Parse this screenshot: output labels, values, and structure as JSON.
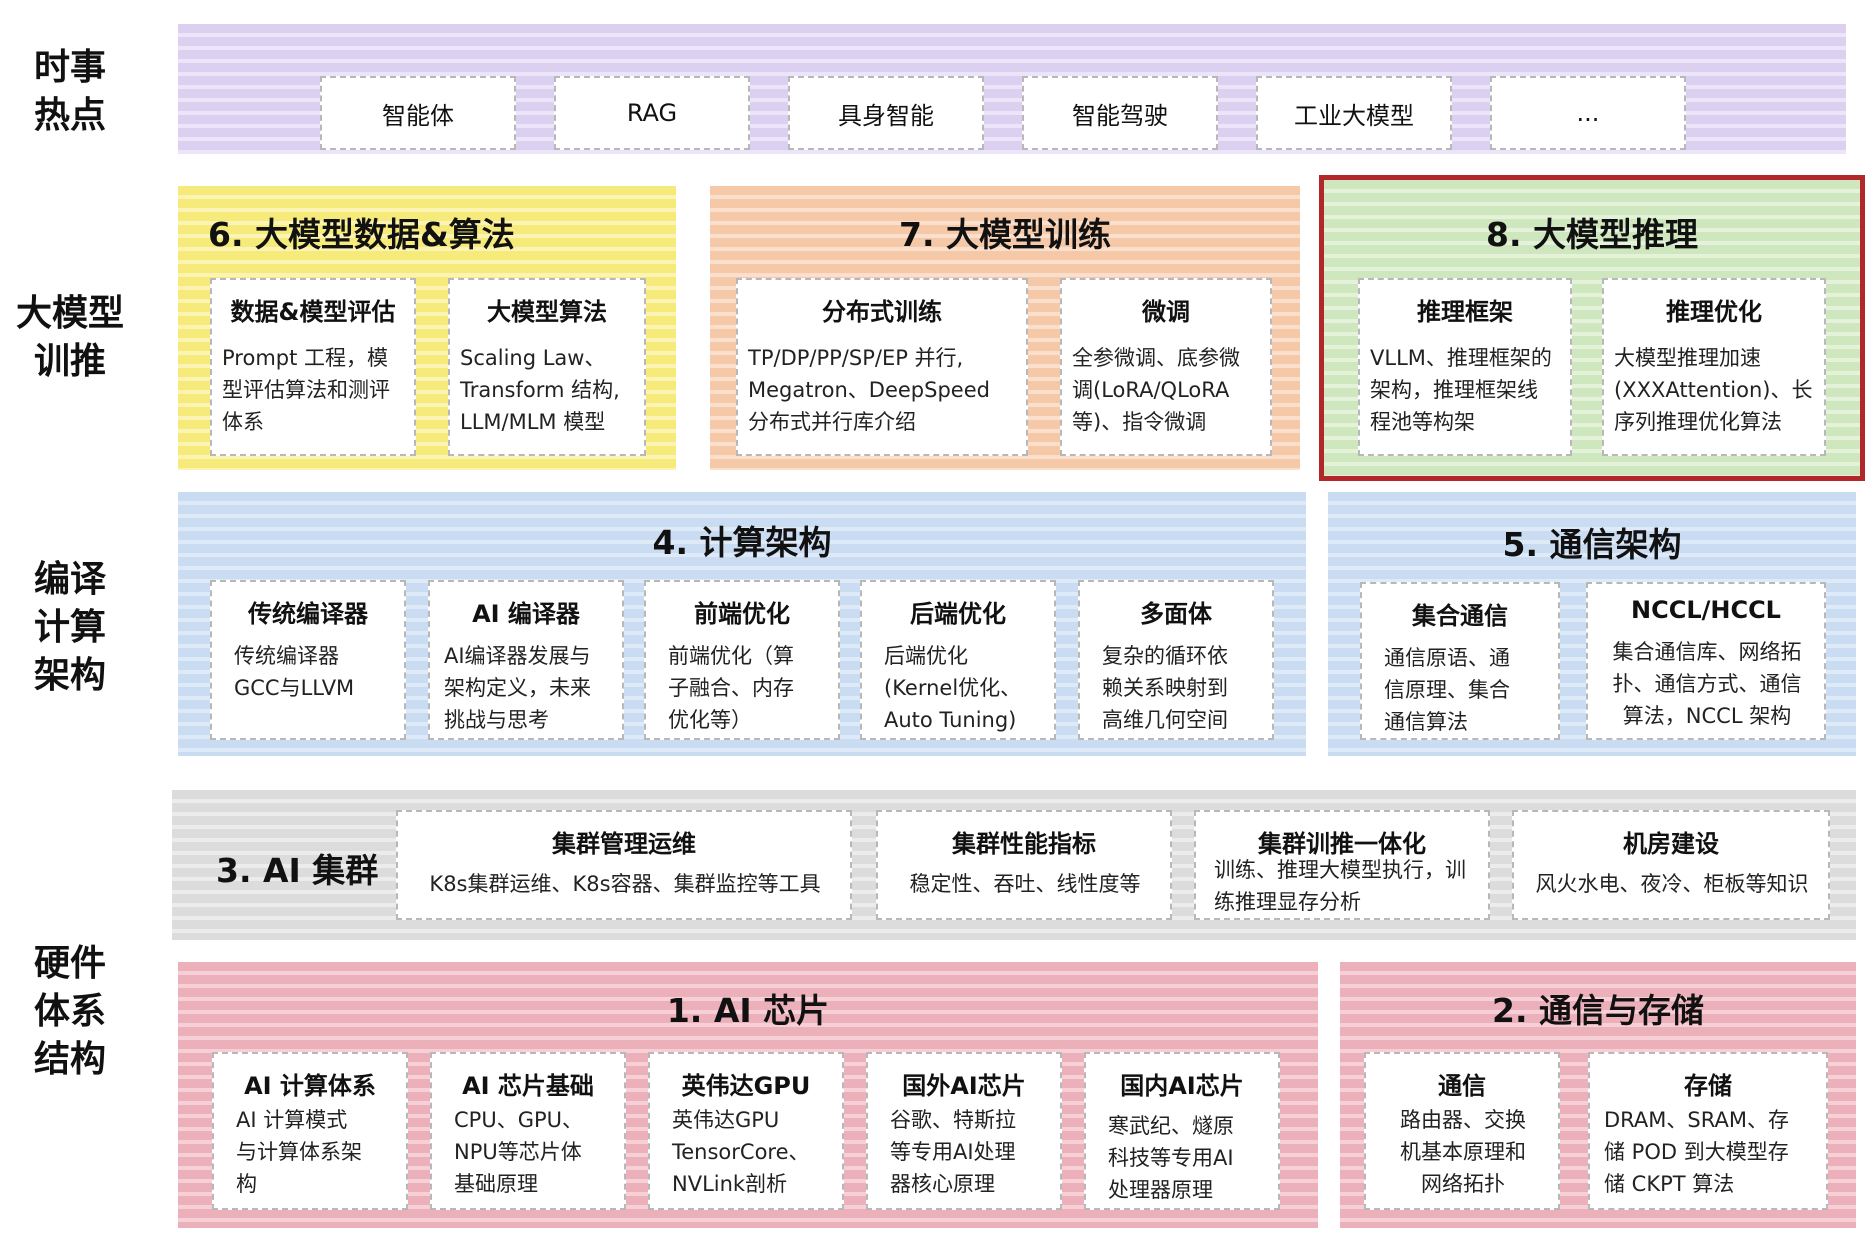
{
  "side_labels": {
    "hot": "时事\n热点",
    "llm": "大模型\n训推",
    "compile": "编译\n计算\n架构",
    "hardware": "硬件\n体系\n结构"
  },
  "hot_topics": [
    "智能体",
    "RAG",
    "具身智能",
    "智能驾驶",
    "工业大模型",
    "..."
  ],
  "data_algo": {
    "title": "6. 大模型数据&算法",
    "cards": [
      {
        "title": "数据&模型评估",
        "body": "Prompt 工程，模\n型评估算法和测评\n体系"
      },
      {
        "title": "大模型算法",
        "body": "Scaling Law、\nTransform 结构,\nLLM/MLM 模型"
      }
    ]
  },
  "training": {
    "title": "7. 大模型训练",
    "cards": [
      {
        "title": "分布式训练",
        "body": "TP/DP/PP/SP/EP 并行,\nMegatron、DeepSpeed\n分布式并行库介绍"
      },
      {
        "title": "微调",
        "body": "全参微调、底参微\n调(LoRA/QLoRA\n等)、指令微调"
      }
    ]
  },
  "inference": {
    "title": "8. 大模型推理",
    "cards": [
      {
        "title": "推理框架",
        "body": "VLLM、推理框架的\n架构，推理框架线\n程池等构架"
      },
      {
        "title": "推理优化",
        "body": "大模型推理加速\n(XXXAttention)、长\n序列推理优化算法"
      }
    ]
  },
  "compute_arch": {
    "title": "4.  计算架构",
    "cards": [
      {
        "title": "传统编译器",
        "body": "传统编译器\nGCC与LLVM"
      },
      {
        "title": "AI 编译器",
        "body": "AI编译器发展与\n架构定义，未来\n挑战与思考"
      },
      {
        "title": "前端优化",
        "body": "前端优化（算\n子融合、内存\n优化等）"
      },
      {
        "title": "后端优化",
        "body": "后端优化\n(Kernel优化、\nAuto Tuning)"
      },
      {
        "title": "多面体",
        "body": "复杂的循环依\n赖关系映射到\n高维几何空间"
      }
    ]
  },
  "comm_arch": {
    "title": "5.  通信架构",
    "cards": [
      {
        "title": "集合通信",
        "body": "通信原语、通\n信原理、集合\n通信算法"
      },
      {
        "title": "NCCL/HCCL",
        "body": "集合通信库、网络拓\n扑、通信方式、通信\n算法，NCCL 架构"
      }
    ]
  },
  "cluster": {
    "title": "3. AI 集群",
    "cards": [
      {
        "title": "集群管理运维",
        "body": "K8s集群运维、K8s容器、集群监控等工具"
      },
      {
        "title": "集群性能指标",
        "body": "稳定性、吞吐、线性度等"
      },
      {
        "title": "集群训推一体化",
        "body": "训练、推理大模型执行，训\n练推理显存分析"
      },
      {
        "title": "机房建设",
        "body": "风火水电、夜冷、柜板等知识"
      }
    ]
  },
  "ai_chip": {
    "title": "1. AI 芯片",
    "cards": [
      {
        "title": "AI 计算体系",
        "body": "AI 计算模式\n与计算体系架\n构"
      },
      {
        "title": "AI 芯片基础",
        "body": "CPU、GPU、\nNPU等芯片体\n基础原理"
      },
      {
        "title": "英伟达GPU",
        "body": "英伟达GPU\nTensorCore、\nNVLink剖析"
      },
      {
        "title": "国外AI芯片",
        "body": "谷歌、特斯拉\n等专用AI处理\n器核心原理"
      },
      {
        "title": "国内AI芯片",
        "body": "寒武纪、燧原\n科技等专用AI\n处理器原理"
      }
    ]
  },
  "comm_storage": {
    "title": "2. 通信与存储",
    "cards": [
      {
        "title": "通信",
        "body": "路由器、交换\n机基本原理和\n网络拓扑"
      },
      {
        "title": "存储",
        "body": "DRAM、SRAM、存\n储 POD 到大模型存\n储 CKPT 算法"
      }
    ]
  }
}
